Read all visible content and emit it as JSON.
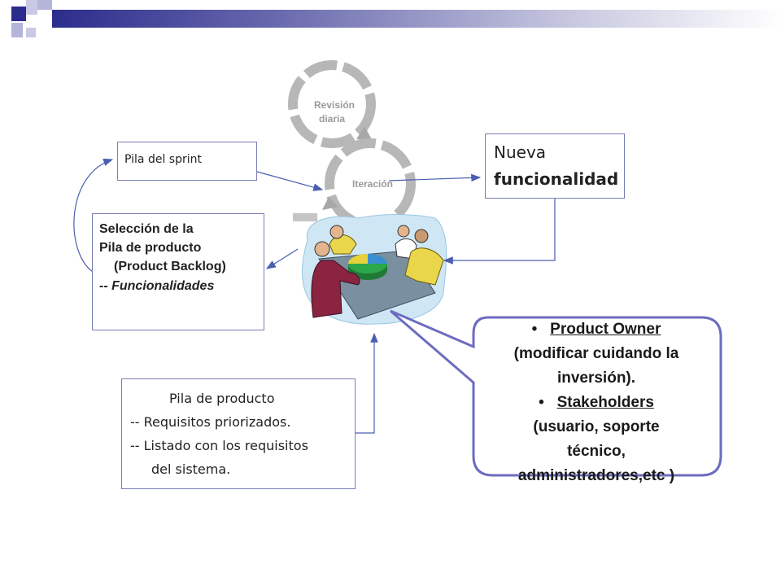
{
  "boxes": {
    "sprint_backlog": "Pila del sprint",
    "new_functionality": [
      "Nueva",
      "funcionalidad"
    ],
    "selection": {
      "line1": "Selección de la",
      "line2": "Pila de producto",
      "line3": "(Product Backlog)",
      "line4": "-- Funcionalidades"
    },
    "product_backlog": {
      "line1": "Pila de producto",
      "line2": "-- Requisitos priorizados.",
      "line3": "-- Listado con los requisitos",
      "line4": "del sistema."
    }
  },
  "cycle": {
    "daily_review": [
      "Revisión",
      "diaria"
    ],
    "iteration": "Iteración"
  },
  "callout": {
    "bullet": "•",
    "item1_title": "Product Owner",
    "item1_text_a": "(modificar cuidando la",
    "item1_text_b": "inversión).",
    "item2_title": "Stakeholders",
    "item2_text_a": "(usuario, soporte",
    "item2_text_b": "técnico,",
    "item2_text_c": "administradores,etc )"
  },
  "colors": {
    "header_gradient_start": "#2c2c8c",
    "header_gradient_end": "#ffffff",
    "arrow": "#4a5fb0",
    "callout_border": "#6c6cc0",
    "cycle_gray": "#b0b0b0"
  }
}
